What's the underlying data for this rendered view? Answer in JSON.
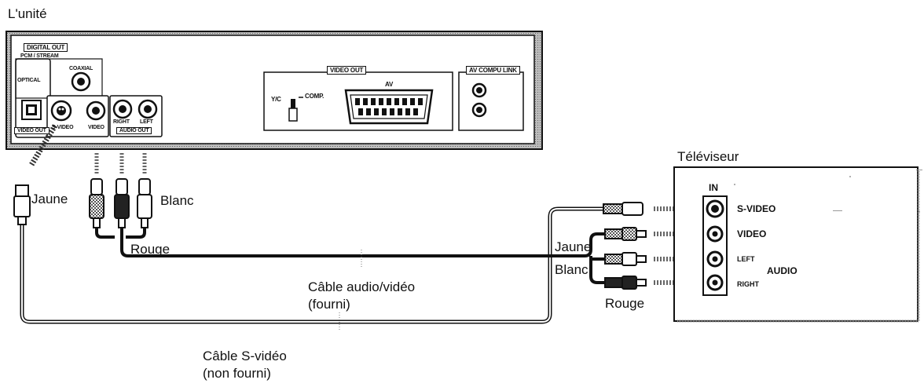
{
  "unit": {
    "title": "L'unité",
    "digital_out": "DIGITAL OUT",
    "pcm_stream": "PCM / STREAM",
    "coaxial": "COAXIAL",
    "optical": "OPTICAL",
    "video_out_small": "VIDEO OUT",
    "s_video": "S-VIDEO",
    "video": "VIDEO",
    "right": "RIGHT",
    "left": "LEFT",
    "audio_out": "AUDIO OUT",
    "video_out": "VIDEO OUT",
    "yc": "Y/C",
    "comp": "COMP.",
    "av": "AV",
    "av_compu_link": "AV COMPU LINK"
  },
  "tv": {
    "title": "Téléviseur",
    "in": "IN",
    "s_video": "S-VIDEO",
    "video": "VIDEO",
    "left": "LEFT",
    "right": "RIGHT",
    "audio": "AUDIO"
  },
  "labels": {
    "jaune_left": "Jaune",
    "blanc_left": "Blanc",
    "rouge_left": "Rouge",
    "jaune_right": "Jaune",
    "blanc_right": "Blanc",
    "rouge_right": "Rouge",
    "av_cable_line1": "Câble audio/vidéo",
    "av_cable_line2": "(fourni)",
    "svideo_cable_line1": "Câble S-vidéo",
    "svideo_cable_line2": "(non fourni)"
  }
}
